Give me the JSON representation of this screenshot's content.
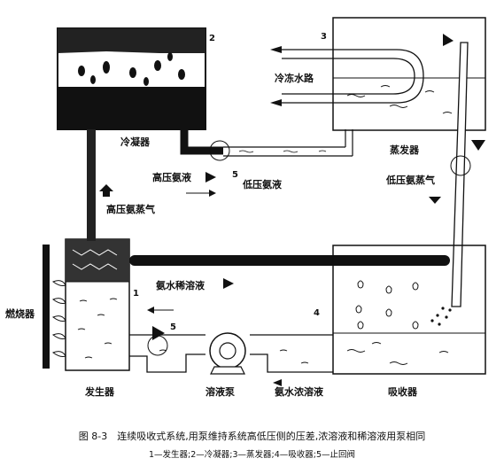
{
  "labels": {
    "n1": "1",
    "n2": "2",
    "n3": "3",
    "n4": "4",
    "n5a": "5",
    "n5b": "5",
    "chilled_water": "冷冻水路",
    "condenser": "冷凝器",
    "evaporator": "蒸发器",
    "high_pressure_liquid": "高压氨液",
    "low_pressure_liquid": "低压氨液",
    "low_pressure_vapor": "低压氨蒸气",
    "high_pressure_vapor": "高压氨蒸气",
    "dilute_solution": "氨水稀溶液",
    "burner": "燃烧器",
    "generator": "发生器",
    "pump": "溶液泵",
    "strong_solution": "氨水浓溶液",
    "absorber": "吸收器"
  },
  "caption": {
    "main": "图 8-3　连续吸收式系统,用泵维持系统高低压侧的压差,浓溶液和稀溶液用泵相同",
    "legend": "1—发生器;2—冷凝器;3—蒸发器;4—吸收器;5—止回阀"
  }
}
